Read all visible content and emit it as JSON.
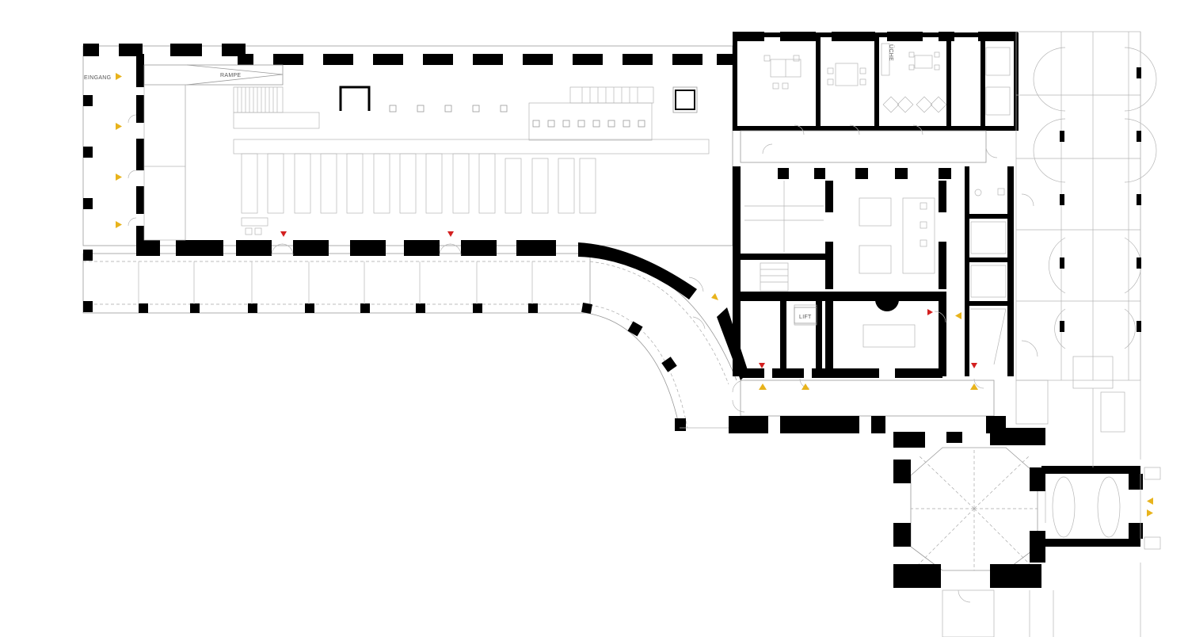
{
  "labels": {
    "entrance": "EINGANG",
    "ramp": "RAMPE",
    "lift": "LIFT",
    "kitchen": "ÜCHE"
  },
  "colors": {
    "background": "#ffffff",
    "wall": "#000000",
    "line": "#9a9a9a",
    "entry_marker": "#e8b31c",
    "exit_marker": "#d32020"
  }
}
